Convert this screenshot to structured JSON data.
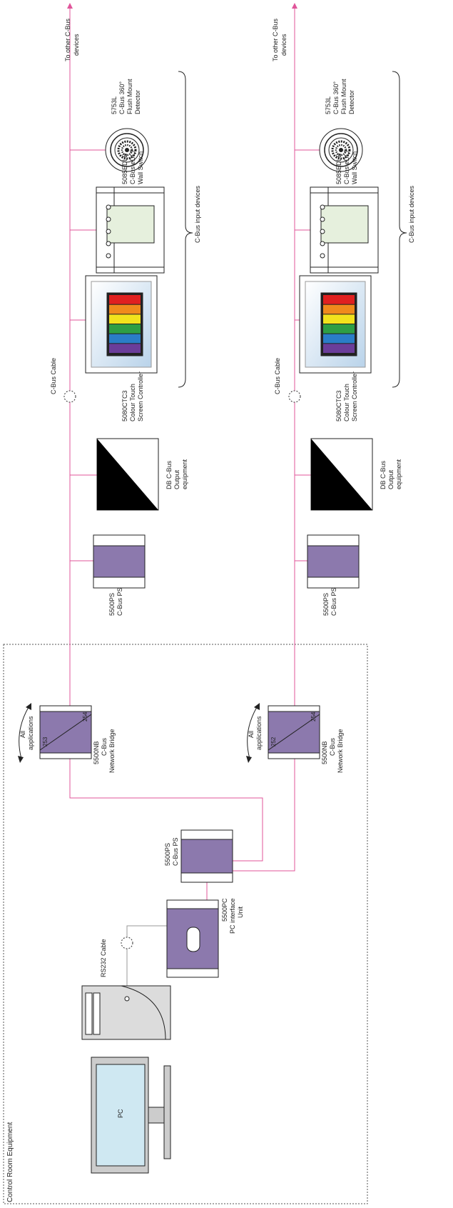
{
  "colors": {
    "bus": "#e0559a",
    "serial": "#999999",
    "module_fill": "#8c79ad",
    "panel_fill": "#f3f3f3",
    "bevel_fill": "#dbe8f3",
    "lcd_fill": "#e6f0dd",
    "monitor_screen": "#cfe8f2",
    "tower_fill": "#dcdcdc",
    "ramp_fill": "#000000",
    "stripes": [
      "#e02020",
      "#f08a1c",
      "#f2e21c",
      "#2e9e44",
      "#2a7dc7",
      "#6a3d9a"
    ]
  },
  "control_room": {
    "title": "Control Room Equipment"
  },
  "pc": {
    "monitor_label": "PC",
    "cable_label": "RS232 Cable",
    "interface_label": [
      "5500PC",
      "PC interface",
      "Unit"
    ],
    "ps_label": [
      "5500PS",
      "C-Bus PS"
    ]
  },
  "networks": [
    {
      "bridge_label": [
        "5500NB",
        "C-Bus",
        "Network Bridge"
      ],
      "bridge_left": "253",
      "bridge_right": "254",
      "all_apps": [
        "All",
        "applications"
      ],
      "ps_label": [
        "5500PS",
        "C-Bus PS"
      ],
      "db_label": [
        "DB C-Bus",
        "Output",
        "equipment"
      ],
      "cable_label": "C-Bus Cable",
      "ctc_label": [
        "5080CTC3",
        "Colour Touch",
        "Screen Controller"
      ],
      "switch_label": [
        "5085EDLB",
        "C-Bus eDLT",
        "Wall Switch"
      ],
      "detector_label": [
        "5753L",
        "C-Bus 360°",
        "Flush Mount",
        "Detector"
      ],
      "input_group_label": "C-Bus input devices",
      "other_devices": [
        "To other C-Bus",
        "devices"
      ]
    },
    {
      "bridge_label": [
        "5500NB",
        "C-Bus",
        "Network Bridge"
      ],
      "bridge_left": "252",
      "bridge_right": "254",
      "all_apps": [
        "All",
        "applications"
      ],
      "ps_label": [
        "5500PS",
        "C-Bus PS"
      ],
      "db_label": [
        "DB C-Bus",
        "Output",
        "equipment"
      ],
      "cable_label": "C-Bus Cable",
      "ctc_label": [
        "5080CTC3",
        "Colour Touch",
        "Screen Controller"
      ],
      "switch_label": [
        "5085EDLB",
        "C-Bus eDLT",
        "Wall Switch"
      ],
      "detector_label": [
        "5753L",
        "C-Bus 360°",
        "Flush Mount",
        "Detector"
      ],
      "input_group_label": "C-Bus input devices",
      "other_devices": [
        "To other C-Bus",
        "devices"
      ]
    }
  ]
}
